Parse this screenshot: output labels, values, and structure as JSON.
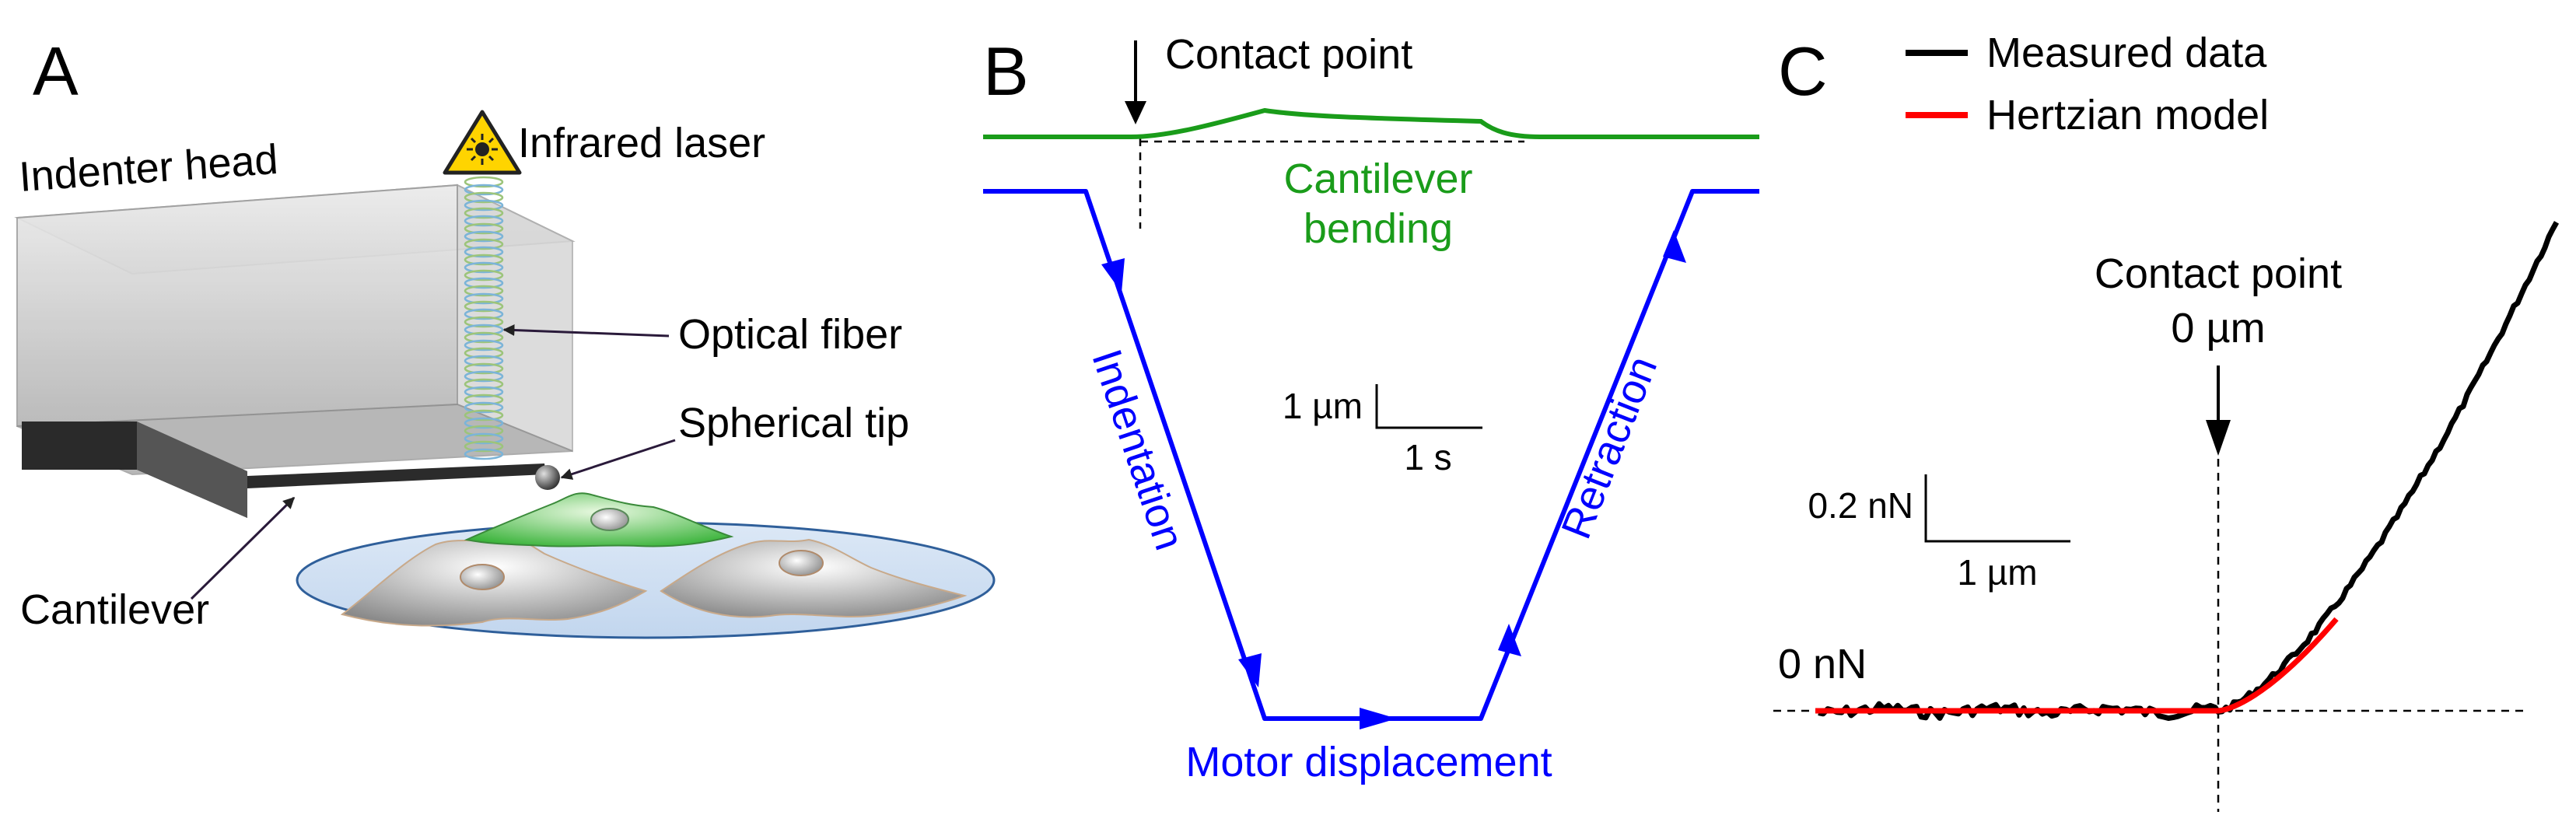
{
  "panels": {
    "a": {
      "letter": "A",
      "labels": {
        "indenter_head": "Indenter head",
        "infrared_laser": "Infrared laser",
        "optical_fiber": "Optical fiber",
        "spherical_tip": "Spherical tip",
        "cantilever": "Cantilever"
      },
      "icons": [
        "laser-warning-icon"
      ]
    },
    "b": {
      "letter": "B",
      "labels": {
        "contact_point": "Contact point",
        "cantilever_bending_line1": "Cantilever",
        "cantilever_bending_line2": "bending",
        "indentation": "Indentation",
        "retraction": "Retraction",
        "motor_displacement": "Motor displacement",
        "scale_y": "1 µm",
        "scale_x": "1 s"
      },
      "colors": {
        "bending": "#1a9c1a",
        "motor": "#0000ff"
      }
    },
    "c": {
      "letter": "C",
      "legend": [
        {
          "label": "Measured data",
          "color": "#000000"
        },
        {
          "label": "Hertzian model",
          "color": "#ff0000"
        }
      ],
      "labels": {
        "contact_point_line1": "Contact point",
        "contact_point_line2": "0 µm",
        "scale_y": "0.2 nN",
        "scale_x": "1 µm",
        "zero_force": "0 nN"
      }
    }
  }
}
